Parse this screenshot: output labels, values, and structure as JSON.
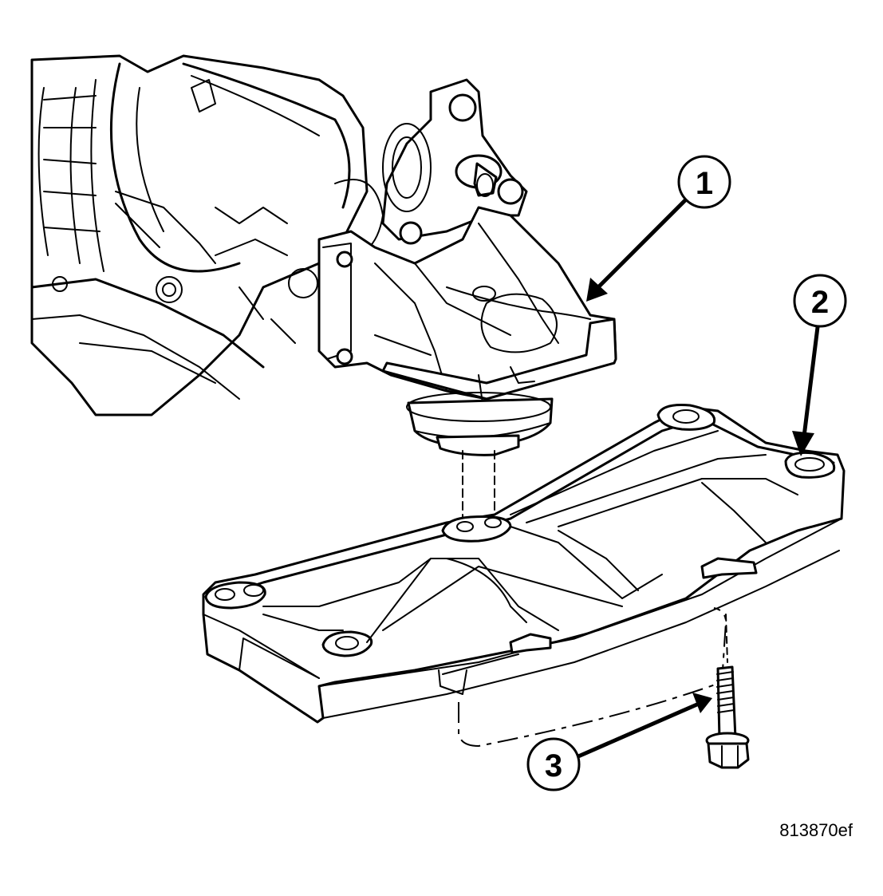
{
  "callouts": [
    {
      "id": "1",
      "label": "1"
    },
    {
      "id": "2",
      "label": "2"
    },
    {
      "id": "3",
      "label": "3"
    }
  ],
  "figure_id": "813870ef"
}
